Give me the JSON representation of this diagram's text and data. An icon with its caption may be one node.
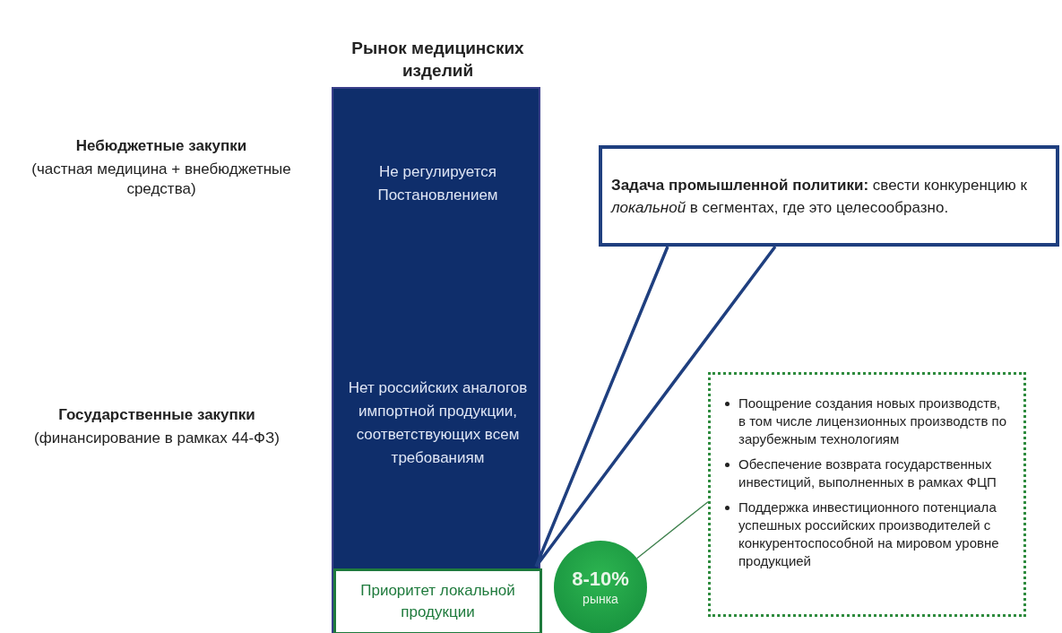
{
  "diagram": {
    "nodes": [
      {
        "text": [
          "Рынок медицинских изделий"
        ]
      },
      {
        "text": [
          "Не регулируется Постановлением"
        ],
        "in": 0
      },
      {
        "text": [
          "Нет российских аналогов импортной продукции, соответствующих всем требованиям"
        ],
        "in": 0
      },
      {
        "text": [
          "Приоритет локальной продукции"
        ],
        "in": 0
      },
      {
        "text": [
          "**Задача промышленной политики:** свести конкуренцию к *локальной* в сегментах, где это целесообразно."
        ]
      },
      {
        "text": [
          "8-10%",
          "рынка"
        ]
      },
      {
        "text": [
          "Поощрение создания новых производств, в том числе лицензионных производств по зарубежным технологиям",
          "Обеспечение возврата государственных инвестиций, выполненных в рамках ФЦП",
          "Поддержка инвестиционного потенциала успешных российских производителей  с конкурентоспособной на мировом уровне продукцией"
        ]
      }
    ],
    "edges": [
      {
        "from": 4,
        "to": 3,
        "arrow": "none",
        "style": "thick"
      },
      {
        "from": 5,
        "to": 6,
        "arrow": "none"
      }
    ],
    "labels": [
      "Небюджетные закупки",
      "(частная медицина + внебюджетные средства)",
      "Государственные закупки",
      "(финансирование в рамках 44-ФЗ)"
    ]
  }
}
